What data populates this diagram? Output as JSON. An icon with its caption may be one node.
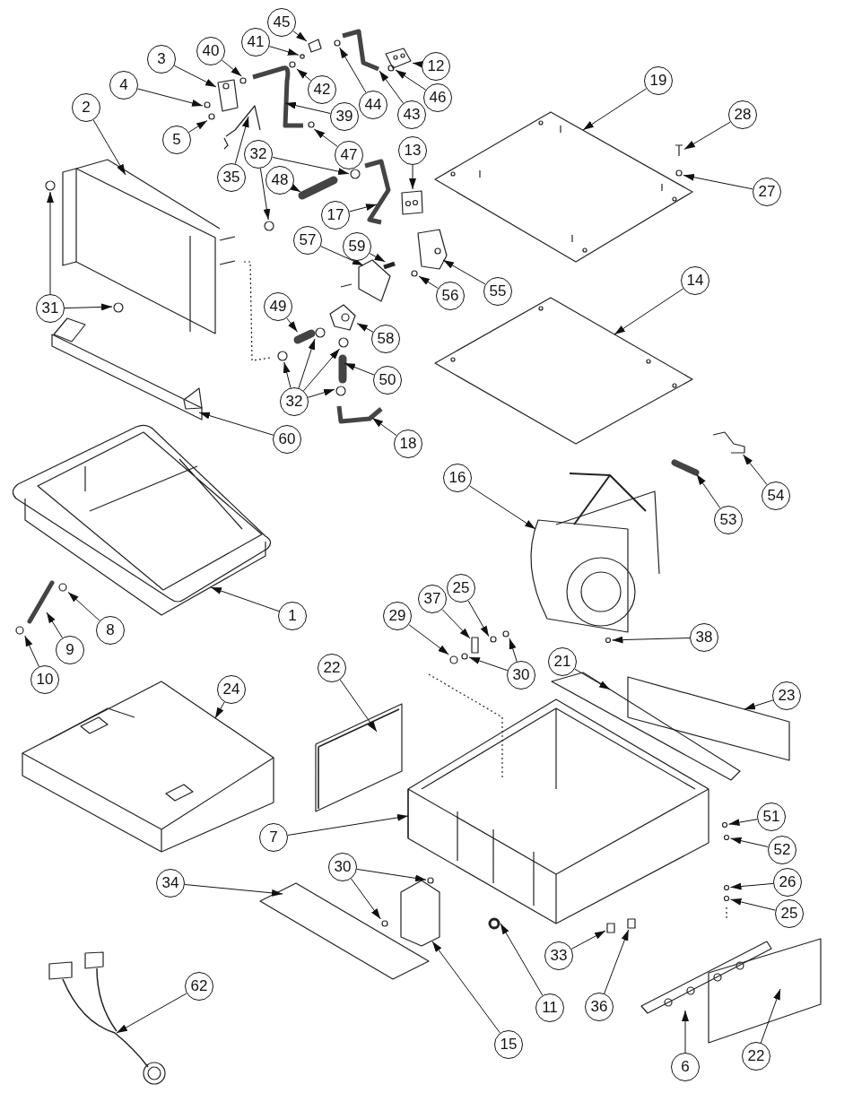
{
  "diagram": {
    "nodes": [
      {
        "text": [
          "45"
        ]
      },
      {
        "text": [
          "41"
        ]
      },
      {
        "text": [
          "3"
        ]
      },
      {
        "text": [
          "40"
        ]
      },
      {
        "text": [
          "12"
        ]
      },
      {
        "text": [
          "4"
        ]
      },
      {
        "text": [
          "42"
        ]
      },
      {
        "text": [
          "19"
        ]
      },
      {
        "text": [
          "44"
        ]
      },
      {
        "text": [
          "46"
        ]
      },
      {
        "text": [
          "43"
        ]
      },
      {
        "text": [
          "5"
        ]
      },
      {
        "text": [
          "39"
        ]
      },
      {
        "text": [
          "28"
        ]
      },
      {
        "text": [
          "35"
        ]
      },
      {
        "text": [
          "47"
        ]
      },
      {
        "text": [
          "32"
        ]
      },
      {
        "text": [
          "13"
        ]
      },
      {
        "text": [
          "48"
        ]
      },
      {
        "text": [
          "27"
        ]
      },
      {
        "text": [
          "17"
        ]
      },
      {
        "text": [
          "2"
        ]
      },
      {
        "text": [
          "31"
        ]
      },
      {
        "text": [
          "57"
        ]
      },
      {
        "text": [
          "59"
        ]
      },
      {
        "text": [
          "55"
        ]
      },
      {
        "text": [
          "56"
        ]
      },
      {
        "text": [
          "14"
        ]
      },
      {
        "text": [
          "49"
        ]
      },
      {
        "text": [
          "58"
        ]
      },
      {
        "text": [
          "32"
        ]
      },
      {
        "text": [
          "50"
        ]
      },
      {
        "text": [
          "60"
        ]
      },
      {
        "text": [
          "18"
        ]
      },
      {
        "text": [
          "16"
        ]
      },
      {
        "text": [
          "54"
        ]
      },
      {
        "text": [
          "53"
        ]
      },
      {
        "text": [
          "1"
        ]
      },
      {
        "text": [
          "8"
        ]
      },
      {
        "text": [
          "9"
        ]
      },
      {
        "text": [
          "10"
        ]
      },
      {
        "text": [
          "25"
        ]
      },
      {
        "text": [
          "37"
        ]
      },
      {
        "text": [
          "29"
        ]
      },
      {
        "text": [
          "30"
        ]
      },
      {
        "text": [
          "38"
        ]
      },
      {
        "text": [
          "22"
        ]
      },
      {
        "text": [
          "24"
        ]
      },
      {
        "text": [
          "21"
        ]
      },
      {
        "text": [
          "23"
        ]
      },
      {
        "text": [
          "7"
        ]
      },
      {
        "text": [
          "51"
        ]
      },
      {
        "text": [
          "52"
        ]
      },
      {
        "text": [
          "30"
        ]
      },
      {
        "text": [
          "34"
        ]
      },
      {
        "text": [
          "26"
        ]
      },
      {
        "text": [
          "25"
        ]
      },
      {
        "text": [
          "11"
        ]
      },
      {
        "text": [
          "33"
        ]
      },
      {
        "text": [
          "36"
        ]
      },
      {
        "text": [
          "62"
        ]
      },
      {
        "text": [
          "15"
        ]
      },
      {
        "text": [
          "6"
        ]
      },
      {
        "text": [
          "22"
        ]
      },
      {
        "text": [],
        "shape": "picture"
      },
      {
        "text": [],
        "shape": "circle"
      },
      {
        "text": [],
        "shape": "picture"
      },
      {
        "text": [],
        "shape": "circle"
      },
      {
        "text": [],
        "shape": "picture"
      },
      {
        "text": [],
        "shape": "circle"
      },
      {
        "text": [],
        "shape": "circle"
      },
      {
        "text": [],
        "shape": "picture"
      },
      {
        "text": [],
        "shape": "circle"
      },
      {
        "text": [],
        "shape": "circle"
      },
      {
        "text": [],
        "shape": "picture"
      },
      {
        "text": [],
        "shape": "circle"
      },
      {
        "text": [],
        "shape": "picture"
      },
      {
        "text": [],
        "shape": "picture"
      },
      {
        "text": [],
        "shape": "picture"
      },
      {
        "text": [],
        "shape": "circle"
      },
      {
        "text": [],
        "shape": "circle"
      },
      {
        "text": [],
        "shape": "circle"
      },
      {
        "text": [],
        "shape": "picture"
      },
      {
        "text": [],
        "shape": "picture"
      },
      {
        "text": [],
        "shape": "circle"
      },
      {
        "text": [],
        "shape": "picture"
      },
      {
        "text": [],
        "shape": "picture"
      },
      {
        "text": [],
        "shape": "circle"
      },
      {
        "text": [],
        "shape": "circle"
      },
      {
        "text": [],
        "shape": "picture"
      },
      {
        "text": [],
        "shape": "picture"
      },
      {
        "text": [],
        "shape": "picture"
      },
      {
        "text": [],
        "shape": "circle"
      },
      {
        "text": [],
        "shape": "picture"
      },
      {
        "text": [],
        "shape": "picture"
      },
      {
        "text": [],
        "shape": "picture"
      },
      {
        "text": [],
        "shape": "circle"
      },
      {
        "text": [],
        "shape": "circle"
      },
      {
        "text": [],
        "shape": "circle"
      },
      {
        "text": [],
        "shape": "circle"
      },
      {
        "text": [],
        "shape": "picture"
      },
      {
        "text": [],
        "shape": "picture"
      },
      {
        "text": [],
        "shape": "picture"
      },
      {
        "text": [],
        "shape": "picture"
      },
      {
        "text": [],
        "shape": "picture"
      },
      {
        "text": [],
        "shape": "picture"
      },
      {
        "text": [],
        "shape": "picture"
      },
      {
        "text": [],
        "shape": "circle"
      },
      {
        "text": [],
        "shape": "picture"
      },
      {
        "text": [],
        "shape": "circle"
      },
      {
        "text": [],
        "shape": "circle"
      },
      {
        "text": [],
        "shape": "box"
      },
      {
        "text": [],
        "shape": "circle"
      },
      {
        "text": [],
        "shape": "circle"
      },
      {
        "text": [],
        "shape": "circle"
      },
      {
        "text": [],
        "shape": "circle"
      },
      {
        "text": [],
        "shape": "picture"
      },
      {
        "text": [],
        "shape": "picture"
      },
      {
        "text": [],
        "shape": "picture"
      },
      {
        "text": [],
        "shape": "picture"
      },
      {
        "text": [],
        "shape": "picture"
      },
      {
        "text": [],
        "shape": "circle"
      },
      {
        "text": [],
        "shape": "circle"
      },
      {
        "text": [],
        "shape": "circle"
      },
      {
        "text": [],
        "shape": "circle"
      },
      {
        "text": [],
        "shape": "picture"
      },
      {
        "text": [],
        "shape": "circle"
      },
      {
        "text": [],
        "shape": "circle"
      },
      {
        "text": [],
        "shape": "circle"
      },
      {
        "text": [],
        "shape": "box"
      },
      {
        "text": [],
        "shape": "box"
      },
      {
        "text": [],
        "shape": "picture"
      },
      {
        "text": [],
        "shape": "picture"
      },
      {
        "text": [],
        "shape": "picture"
      },
      {
        "text": [],
        "shape": "picture"
      }
    ],
    "edges": [
      {
        "from": 0,
        "to": 64,
        "arrow": "to"
      },
      {
        "from": 1,
        "to": 65,
        "arrow": "to"
      },
      {
        "from": 2,
        "to": 66,
        "arrow": "to"
      },
      {
        "from": 3,
        "to": 67,
        "arrow": "to"
      },
      {
        "from": 4,
        "to": 68,
        "arrow": "to"
      },
      {
        "from": 5,
        "to": 69,
        "arrow": "to"
      },
      {
        "from": 6,
        "to": 70,
        "arrow": "to"
      },
      {
        "from": 7,
        "to": 71,
        "arrow": "to"
      },
      {
        "from": 8,
        "to": 72,
        "arrow": "to"
      },
      {
        "from": 9,
        "to": 73,
        "arrow": "to"
      },
      {
        "from": 10,
        "to": 74,
        "arrow": "to"
      },
      {
        "from": 11,
        "to": 75,
        "arrow": "to"
      },
      {
        "from": 12,
        "to": 76,
        "arrow": "to"
      },
      {
        "from": 13,
        "to": 77,
        "arrow": "to"
      },
      {
        "from": 14,
        "to": 78,
        "arrow": "to"
      },
      {
        "from": 15,
        "to": 79,
        "arrow": "to"
      },
      {
        "from": 16,
        "to": 80,
        "arrow": "to"
      },
      {
        "from": 16,
        "to": 81,
        "arrow": "to"
      },
      {
        "from": 17,
        "to": 82,
        "arrow": "to"
      },
      {
        "from": 18,
        "to": 83,
        "arrow": "to"
      },
      {
        "from": 19,
        "to": 84,
        "arrow": "to"
      },
      {
        "from": 20,
        "to": 85,
        "arrow": "to"
      },
      {
        "from": 21,
        "to": 86,
        "arrow": "to"
      },
      {
        "from": 22,
        "to": 87,
        "arrow": "to"
      },
      {
        "from": 22,
        "to": 88,
        "arrow": "to"
      },
      {
        "from": 23,
        "to": 89,
        "arrow": "to"
      },
      {
        "from": 24,
        "to": 90,
        "arrow": "to"
      },
      {
        "from": 25,
        "to": 91,
        "arrow": "to"
      },
      {
        "from": 26,
        "to": 92,
        "arrow": "to"
      },
      {
        "from": 27,
        "to": 93,
        "arrow": "to"
      },
      {
        "from": 28,
        "to": 94,
        "arrow": "to"
      },
      {
        "from": 29,
        "to": 95,
        "arrow": "to"
      },
      {
        "from": 30,
        "to": 96,
        "arrow": "to"
      },
      {
        "from": 30,
        "to": 97,
        "arrow": "to"
      },
      {
        "from": 30,
        "to": 98,
        "arrow": "to"
      },
      {
        "from": 30,
        "to": 99,
        "arrow": "to"
      },
      {
        "from": 31,
        "to": 100,
        "arrow": "to"
      },
      {
        "from": 32,
        "to": 101,
        "arrow": "to"
      },
      {
        "from": 33,
        "to": 102,
        "arrow": "to"
      },
      {
        "from": 34,
        "to": 103,
        "arrow": "to"
      },
      {
        "from": 35,
        "to": 104,
        "arrow": "to"
      },
      {
        "from": 36,
        "to": 105,
        "arrow": "to"
      },
      {
        "from": 37,
        "to": 106,
        "arrow": "to"
      },
      {
        "from": 38,
        "to": 107,
        "arrow": "to"
      },
      {
        "from": 39,
        "to": 108,
        "arrow": "to"
      },
      {
        "from": 40,
        "to": 109,
        "arrow": "to"
      },
      {
        "from": 41,
        "to": 110,
        "arrow": "to"
      },
      {
        "from": 42,
        "to": 111,
        "arrow": "to"
      },
      {
        "from": 43,
        "to": 112,
        "arrow": "to"
      },
      {
        "from": 44,
        "to": 113,
        "arrow": "to"
      },
      {
        "from": 44,
        "to": 114,
        "arrow": "to"
      },
      {
        "from": 45,
        "to": 115,
        "arrow": "to"
      },
      {
        "from": 46,
        "to": 116,
        "arrow": "to"
      },
      {
        "from": 47,
        "to": 117,
        "arrow": "to"
      },
      {
        "from": 48,
        "to": 118,
        "arrow": "to"
      },
      {
        "from": 49,
        "to": 119,
        "arrow": "to"
      },
      {
        "from": 50,
        "to": 120,
        "arrow": "to"
      },
      {
        "from": 51,
        "to": 121,
        "arrow": "to"
      },
      {
        "from": 52,
        "to": 122,
        "arrow": "to"
      },
      {
        "from": 53,
        "to": 123,
        "arrow": "to"
      },
      {
        "from": 53,
        "to": 124,
        "arrow": "to"
      },
      {
        "from": 54,
        "to": 125,
        "arrow": "to"
      },
      {
        "from": 55,
        "to": 126,
        "arrow": "to"
      },
      {
        "from": 56,
        "to": 127,
        "arrow": "to"
      },
      {
        "from": 57,
        "to": 128,
        "arrow": "to"
      },
      {
        "from": 58,
        "to": 129,
        "arrow": "to"
      },
      {
        "from": 59,
        "to": 130,
        "arrow": "to"
      },
      {
        "from": 60,
        "to": 131,
        "arrow": "to"
      },
      {
        "from": 61,
        "to": 132,
        "arrow": "to"
      },
      {
        "from": 62,
        "to": 133,
        "arrow": "to"
      },
      {
        "from": 63,
        "to": 134,
        "arrow": "to"
      }
    ]
  }
}
